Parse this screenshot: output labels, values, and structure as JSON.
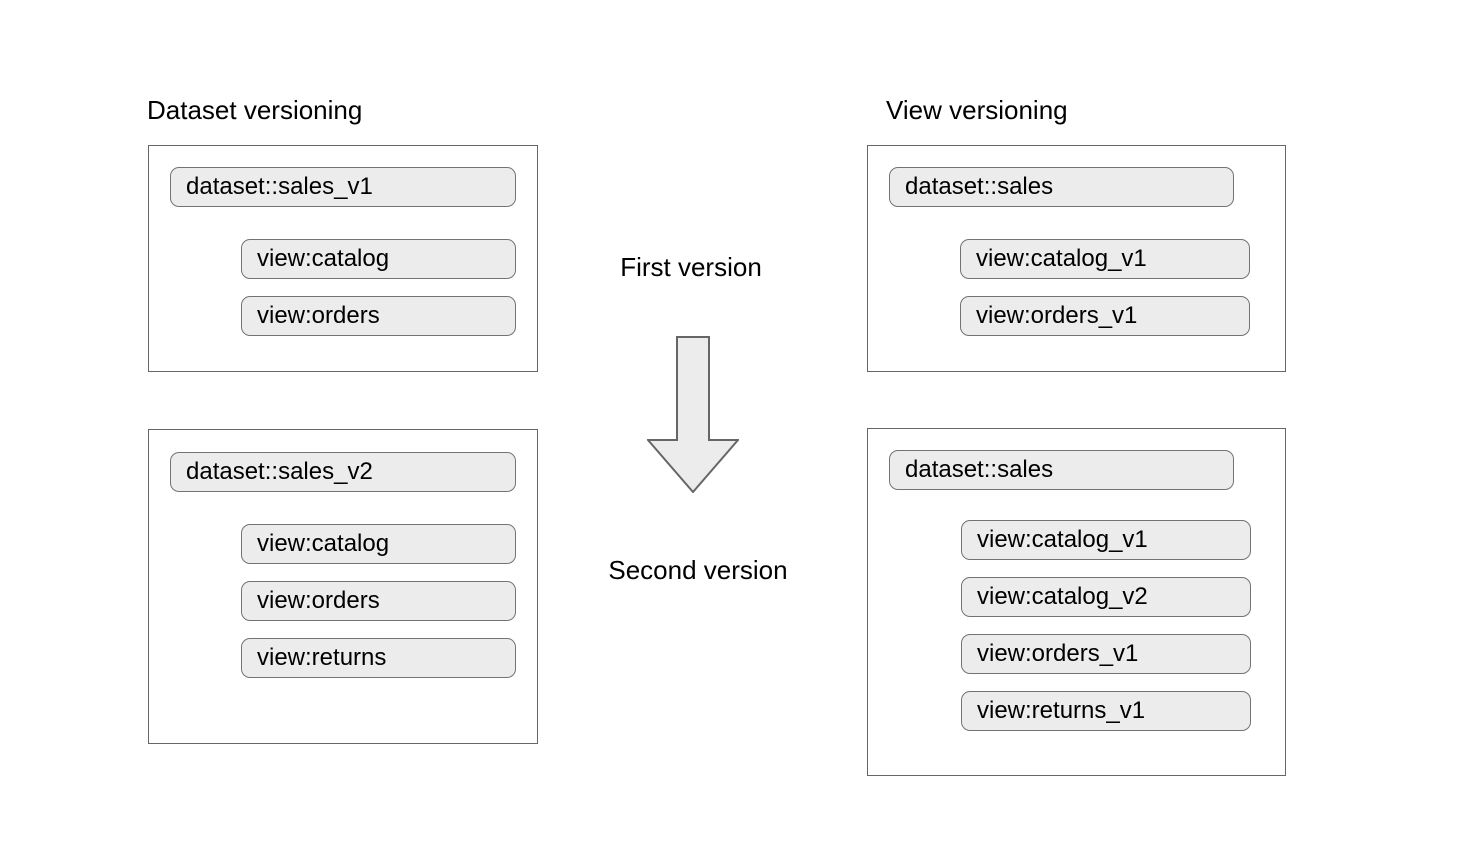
{
  "columns": [
    {
      "heading": "Dataset versioning",
      "panels": [
        {
          "dataset_pill": "dataset::sales_v1",
          "view_pills": [
            "view:catalog",
            "view:orders"
          ]
        },
        {
          "dataset_pill": "dataset::sales_v2",
          "view_pills": [
            "view:catalog",
            "view:orders",
            "view:returns"
          ]
        }
      ]
    },
    {
      "heading": "View versioning",
      "panels": [
        {
          "dataset_pill": "dataset::sales",
          "view_pills": [
            "view:catalog_v1",
            "view:orders_v1"
          ]
        },
        {
          "dataset_pill": "dataset::sales",
          "view_pills": [
            "view:catalog_v1",
            "view:catalog_v2",
            "view:orders_v1",
            "view:returns_v1"
          ]
        }
      ]
    }
  ],
  "middle": {
    "first_version_label": "First version",
    "second_version_label": "Second version",
    "arrow_icon": "arrow-down-icon"
  },
  "colors": {
    "background": "#ffffff",
    "panel_border": "#666666",
    "pill_fill": "#ececec",
    "pill_border": "#737373",
    "arrow_fill": "#ececec",
    "arrow_stroke": "#666666",
    "text": "#000000"
  }
}
